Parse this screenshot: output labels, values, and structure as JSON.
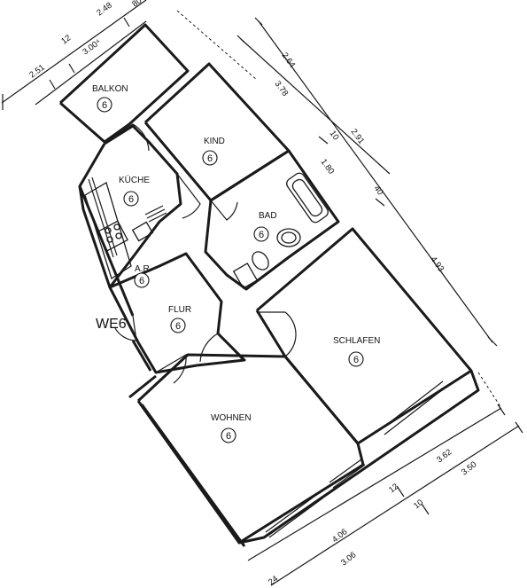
{
  "unit": {
    "label": "WE6"
  },
  "rooms": [
    {
      "id": "balkon",
      "name": "BALKON",
      "number": "6"
    },
    {
      "id": "kind",
      "name": "KIND",
      "number": "6"
    },
    {
      "id": "kueche",
      "name": "KÜCHE",
      "number": "6"
    },
    {
      "id": "bad",
      "name": "BAD",
      "number": "6"
    },
    {
      "id": "ar",
      "name": "A.R.",
      "number": "6"
    },
    {
      "id": "flur",
      "name": "FLUR",
      "number": "6"
    },
    {
      "id": "schlafen",
      "name": "SCHLAFEN",
      "number": "6"
    },
    {
      "id": "wohnen",
      "name": "WOHNEN",
      "number": "6"
    }
  ],
  "dimensions": {
    "top_left": [
      "2.51",
      "12",
      "2.48",
      "3.00⁴",
      "80"
    ],
    "top_right": [
      "2.64",
      "3.78",
      "10",
      "2.91",
      "1.80",
      "40",
      "4.93"
    ],
    "bottom_right": [
      "3.62",
      "3.50",
      "12",
      "10",
      "4.06",
      "3.06",
      "24"
    ]
  }
}
